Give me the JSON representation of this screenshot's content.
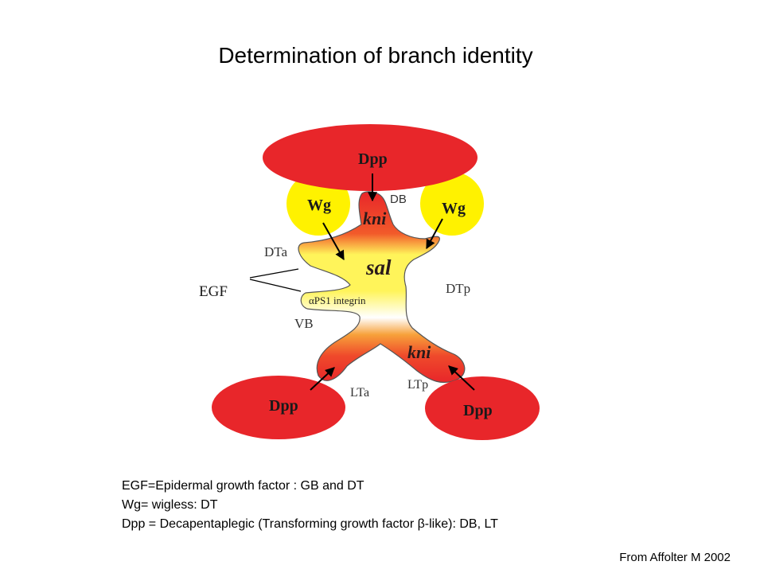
{
  "title": "Determination of branch identity",
  "diagram": {
    "signals": {
      "dpp_top": "Dpp",
      "dpp_left": "Dpp",
      "dpp_right": "Dpp",
      "wg_left": "Wg",
      "wg_right": "Wg",
      "egf": "EGF"
    },
    "genes": {
      "kni_top": "kni",
      "sal": "sal",
      "kni_bottom": "kni"
    },
    "branches": {
      "db": "DB",
      "dta": "DTa",
      "dtp": "DTp",
      "vb": "VB",
      "lta": "LTa",
      "ltp": "LTp"
    },
    "integrin": "αPS1 integrin"
  },
  "legend": [
    "EGF=Epidermal growth factor : GB and DT",
    "Wg= wigless: DT",
    "Dpp = Decapentaplegic (Transforming growth factor β-like): DB, LT"
  ],
  "credit": "From Affolter M 2002",
  "colors": {
    "dpp_red": "#e8262a",
    "wg_yellow": "#fff200",
    "sal_yellow": "#fff45a"
  }
}
